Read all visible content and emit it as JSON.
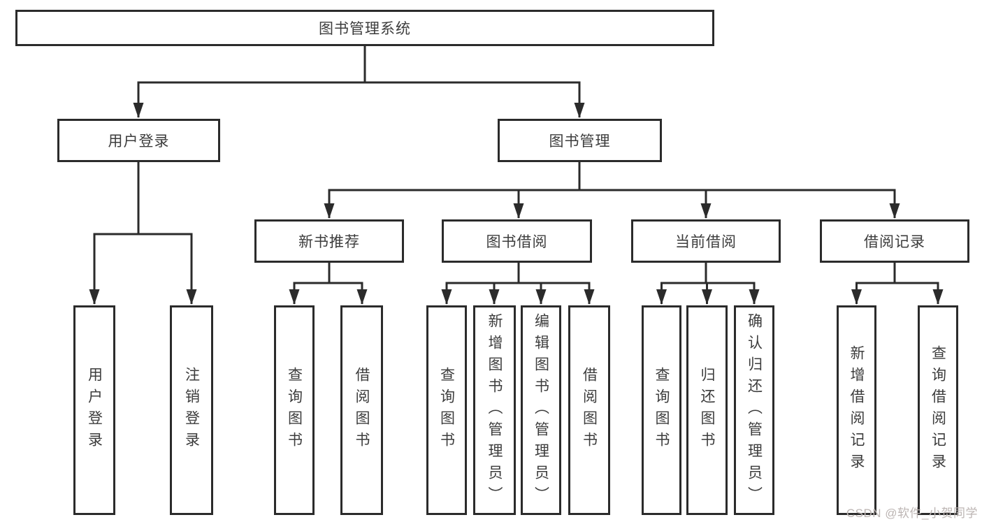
{
  "colors": {
    "line": "#2b2b2b",
    "node_border": "#2b2b2b",
    "node_text": "#3c3c3c",
    "background": "#ffffff",
    "watermark": "#bcb5b3"
  },
  "watermark": {
    "text": "CSDN @软件_小贺同学"
  },
  "tree": {
    "root": {
      "label": "图书管理系统",
      "children": [
        {
          "label": "用户登录",
          "children": [
            {
              "label": "用户登录"
            },
            {
              "label": "注销登录"
            }
          ]
        },
        {
          "label": "图书管理",
          "children": [
            {
              "label": "新书推荐",
              "children": [
                {
                  "label": "查询图书"
                },
                {
                  "label": "借阅图书"
                }
              ]
            },
            {
              "label": "图书借阅",
              "children": [
                {
                  "label": "查询图书"
                },
                {
                  "label": "新增图书（管理员）"
                },
                {
                  "label": "编辑图书（管理员）"
                },
                {
                  "label": "借阅图书"
                }
              ]
            },
            {
              "label": "当前借阅",
              "children": [
                {
                  "label": "查询图书"
                },
                {
                  "label": "归还图书"
                },
                {
                  "label": "确认归还（管理员）"
                }
              ]
            },
            {
              "label": "借阅记录",
              "children": [
                {
                  "label": "新增借阅记录"
                },
                {
                  "label": "查询借阅记录"
                }
              ]
            }
          ]
        }
      ]
    }
  }
}
